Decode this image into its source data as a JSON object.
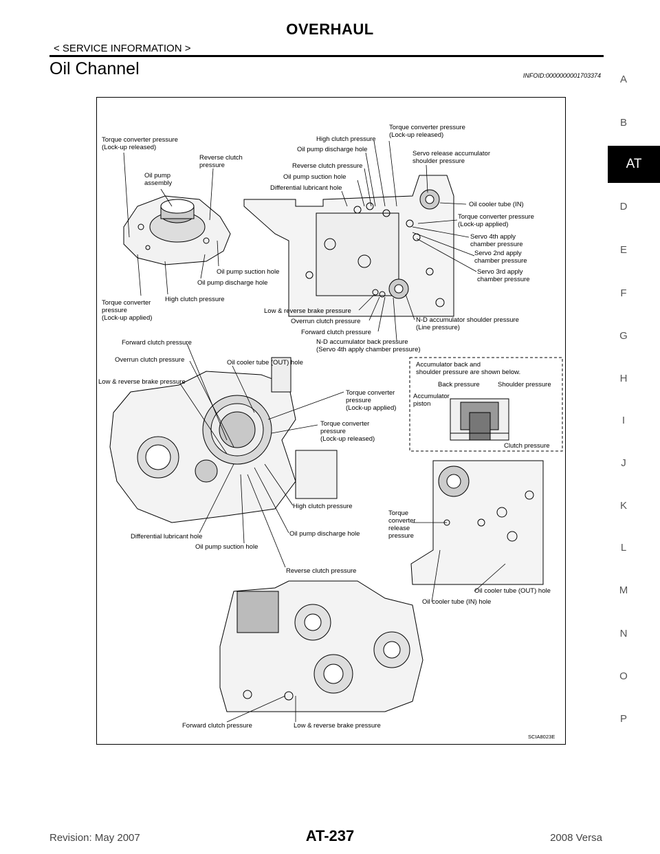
{
  "header": {
    "title": "OVERHAUL",
    "breadcrumb": "< SERVICE INFORMATION >",
    "section_title": "Oil Channel",
    "info_id": "INFOID:0000000001703374"
  },
  "side_index": {
    "letters": [
      "A",
      "B",
      "AT",
      "D",
      "E",
      "F",
      "G",
      "H",
      "I",
      "J",
      "K",
      "L",
      "M",
      "N",
      "O",
      "P"
    ],
    "active": "AT"
  },
  "figure": {
    "code": "SCIA8023E",
    "labels": {
      "tc_released_1": "Torque converter pressure\n(Lock-up released)",
      "oil_pump_assembly": "Oil pump\nassembly",
      "reverse_clutch_1": "Reverse clutch\npressure",
      "oil_pump_suction_1": "Oil pump suction hole",
      "oil_pump_discharge_1": "Oil pump discharge hole",
      "tc_applied_1": "Torque converter\npressure\n(Lock-up applied)",
      "high_clutch_1": "High clutch pressure",
      "high_clutch_2": "High clutch pressure",
      "tc_released_2": "Torque converter pressure\n(Lock-up released)",
      "oil_pump_discharge_2": "Oil pump discharge hole",
      "servo_release": "Servo release accumulator\nshoulder pressure",
      "reverse_clutch_2": "Reverse clutch pressure",
      "oil_pump_suction_2": "Oil pump suction hole",
      "diff_lub_1": "Differential lubricant hole",
      "oil_cooler_in": "Oil cooler tube (IN)",
      "tc_applied_2": "Torque converter pressure\n(Lock-up applied)",
      "servo_4th": "Servo 4th apply\nchamber pressure",
      "servo_2nd": "Servo 2nd apply\nchamber pressure",
      "servo_3rd": "Servo 3rd apply\nchamber pressure",
      "low_reverse_1": "Low & reverse brake pressure",
      "overrun_1": "Overrun clutch pressure",
      "forward_1": "Forward clutch pressure",
      "nd_shoulder": "N-D accumulator shoulder pressure\n(Line pressure)",
      "nd_back": "N-D accumulator back pressure\n(Servo 4th apply chamber pressure)",
      "forward_2": "Forward clutch pressure",
      "overrun_2": "Overrun clutch pressure",
      "oil_cooler_out_1": "Oil cooler tube (OUT) hole",
      "low_reverse_2": "Low & reverse brake pressure",
      "tc_applied_3": "Torque converter\npressure\n(Lock-up applied)",
      "tc_released_3": "Torque converter\npressure\n(Lock-up released)",
      "accum_note": "Accumulator back and\nshoulder pressure are shown below.",
      "back_pressure": "Back pressure",
      "shoulder_pressure": "Shoulder pressure",
      "accum_piston": "Accumulator\npiston",
      "clutch_pressure": "Clutch pressure",
      "high_clutch_3": "High clutch pressure",
      "diff_lub_2": "Differential lubricant hole",
      "oil_pump_discharge_3": "Oil pump discharge hole",
      "oil_pump_suction_3": "Oil pump suction hole",
      "reverse_clutch_3": "Reverse clutch pressure",
      "tc_release_press": "Torque\nconverter\nrelease\npressure",
      "oil_cooler_out_2": "Oil cooler tube (OUT) hole",
      "oil_cooler_in_hole": "Oil cooler tube (IN) hole",
      "forward_3": "Forward clutch pressure",
      "low_reverse_3": "Low & reverse brake pressure"
    }
  },
  "footer": {
    "revision": "Revision: May 2007",
    "page": "AT-237",
    "model": "2008 Versa"
  }
}
